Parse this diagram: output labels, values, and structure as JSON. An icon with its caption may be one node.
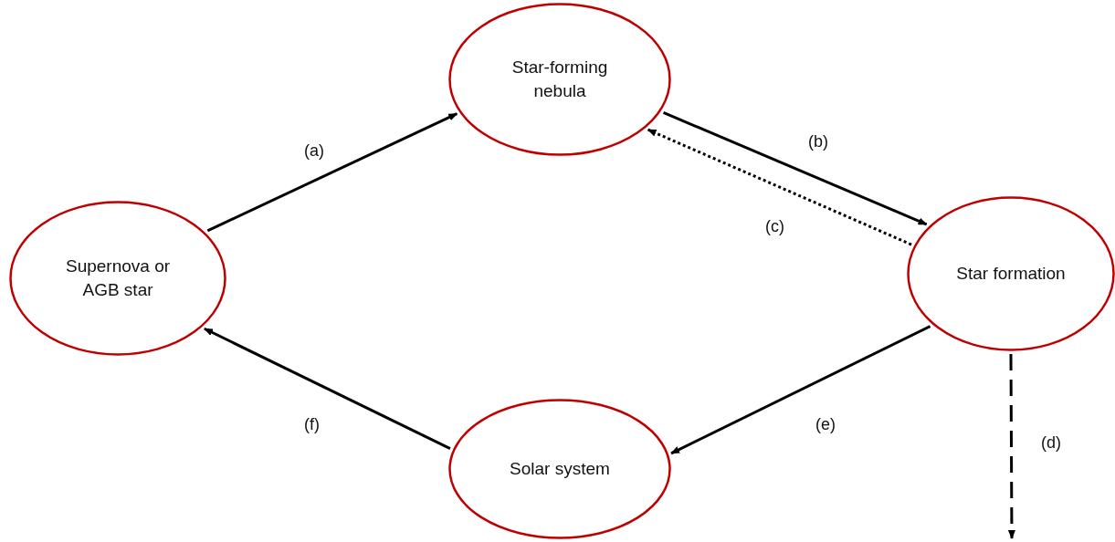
{
  "diagram": {
    "nodes": [
      {
        "text": [
          "Star-forming nebula"
        ]
      },
      {
        "text": [
          "Supernova or AGB star"
        ]
      },
      {
        "text": [
          "Star formation"
        ]
      },
      {
        "text": [
          "Solar system"
        ]
      }
    ],
    "edges": [
      {
        "from": 1,
        "to": 0,
        "arrow": "to",
        "label": "(a)"
      },
      {
        "from": 0,
        "to": 2,
        "arrow": "to",
        "label": "(b)"
      },
      {
        "from": 2,
        "to": 0,
        "arrow": "to",
        "label": "(c)",
        "style": "dashed"
      },
      {
        "from": 2,
        "to": null,
        "arrow": "to",
        "label": "(d)",
        "style": "dashed"
      },
      {
        "from": 2,
        "to": 3,
        "arrow": "to",
        "label": "(e)"
      },
      {
        "from": 3,
        "to": 1,
        "arrow": "to",
        "label": "(f)"
      }
    ]
  }
}
